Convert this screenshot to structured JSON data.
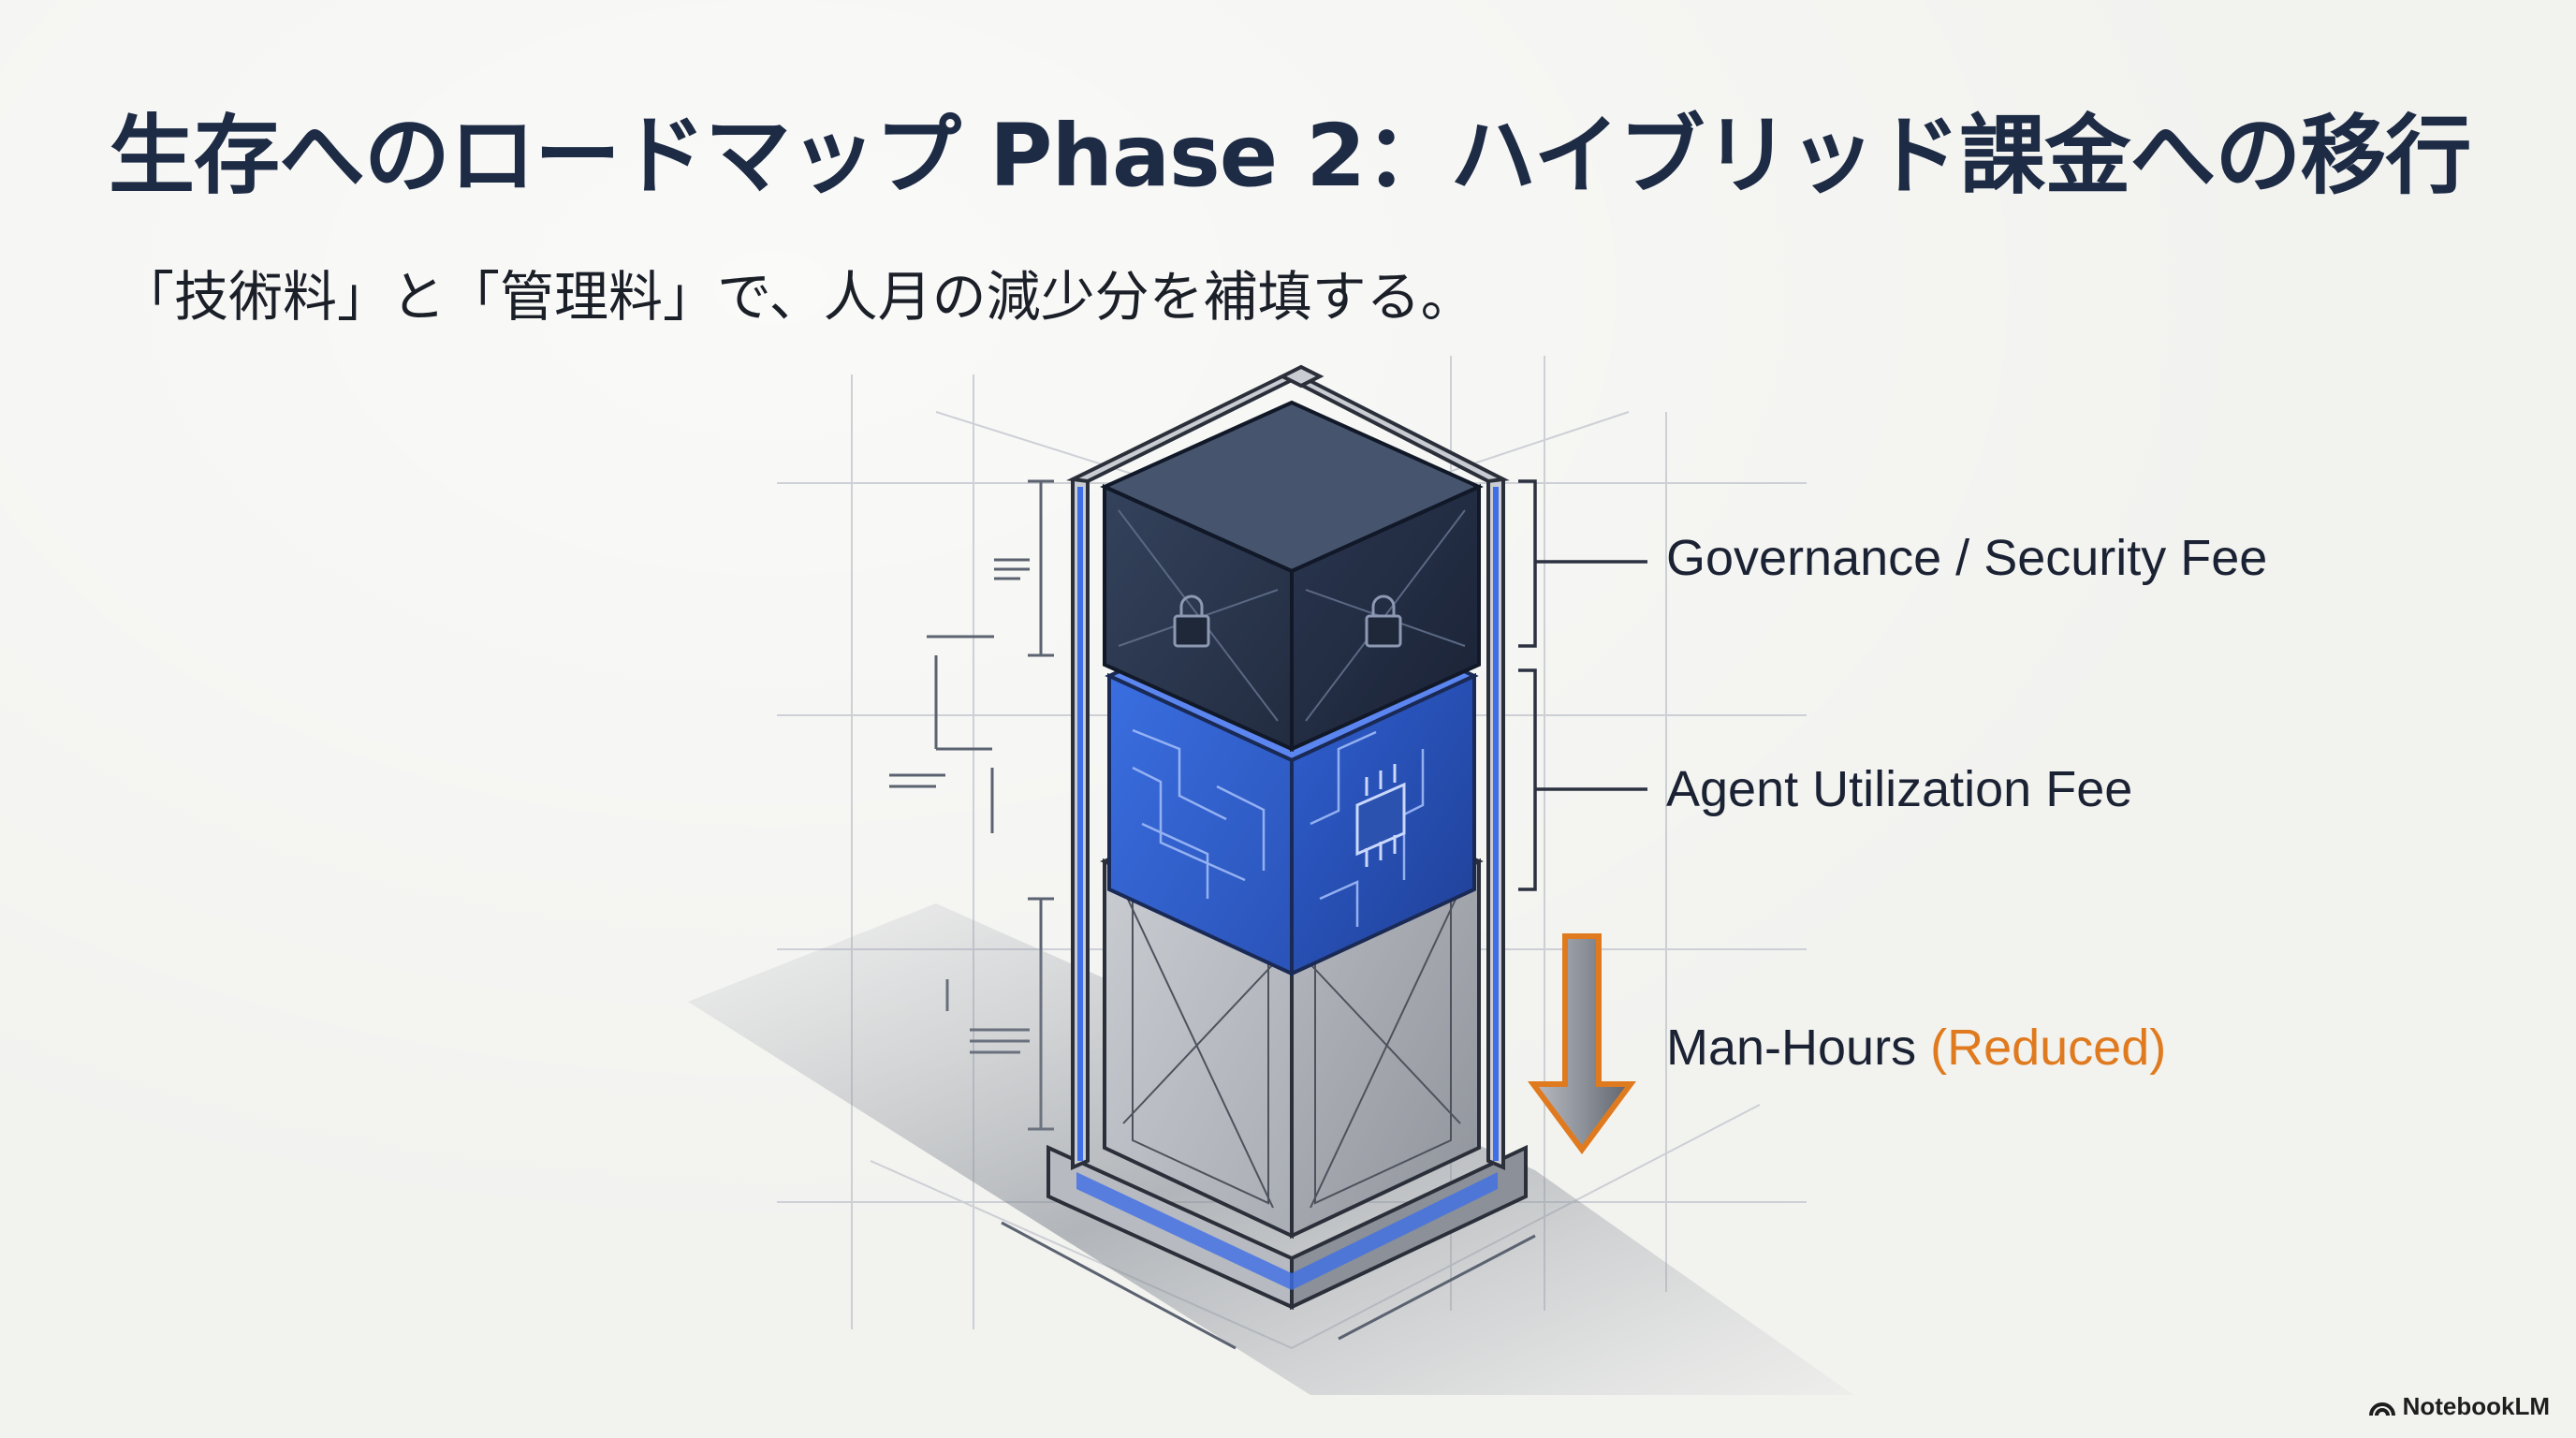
{
  "slide": {
    "title": "生存へのロードマップ Phase 2：ハイブリッド課金への移行",
    "subtitle": "「技術料」と「管理料」で、人月の減少分を補填する。"
  },
  "layers": [
    {
      "label": "Governance / Security Fee",
      "color": "#2b3850"
    },
    {
      "label": "Agent Utilization Fee",
      "color": "#2f5fd0"
    },
    {
      "label": "Man-Hours",
      "note": "(Reduced)",
      "color": "#b9bcc2"
    }
  ],
  "accent_colors": {
    "title": "#1d2b45",
    "reduced": "#e07a1f",
    "arrow": "#e07a1f"
  },
  "icons": [
    "lock-icon",
    "chip-icon",
    "down-arrow-icon"
  ],
  "brand": {
    "name": "NotebookLM"
  }
}
